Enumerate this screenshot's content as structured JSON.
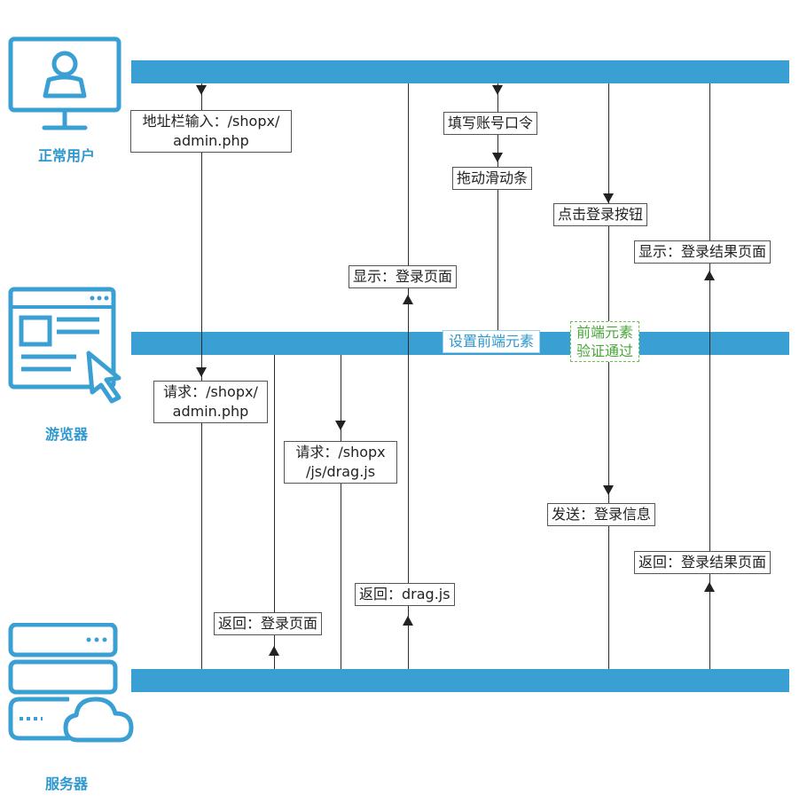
{
  "actors": {
    "user": "正常用户",
    "browser": "游览器",
    "server": "服务器"
  },
  "steps": {
    "addr_input_l1": "地址栏输入：/shopx/",
    "addr_input_l2": "admin.php",
    "fill_account": "填写账号口令",
    "drag_slider": "拖动滑动条",
    "click_login": "点击登录按钮",
    "show_result": "显示：登录结果页面",
    "show_login": "显示：登录页面",
    "set_frontend": "设置前端元素",
    "frontend_pass_l1": "前端元素",
    "frontend_pass_l2": "验证通过",
    "request_admin_l1": "请求：/shopx/",
    "request_admin_l2": "admin.php",
    "request_drag_l1": "请求：/shopx",
    "request_drag_l2": "/js/drag.js",
    "send_login": "发送：登录信息",
    "return_result": "返回：登录结果页面",
    "return_drag": "返回：drag.js",
    "return_login": "返回：登录页面"
  },
  "colors": {
    "accent": "#3aa0d4",
    "green": "#4aa63a"
  }
}
